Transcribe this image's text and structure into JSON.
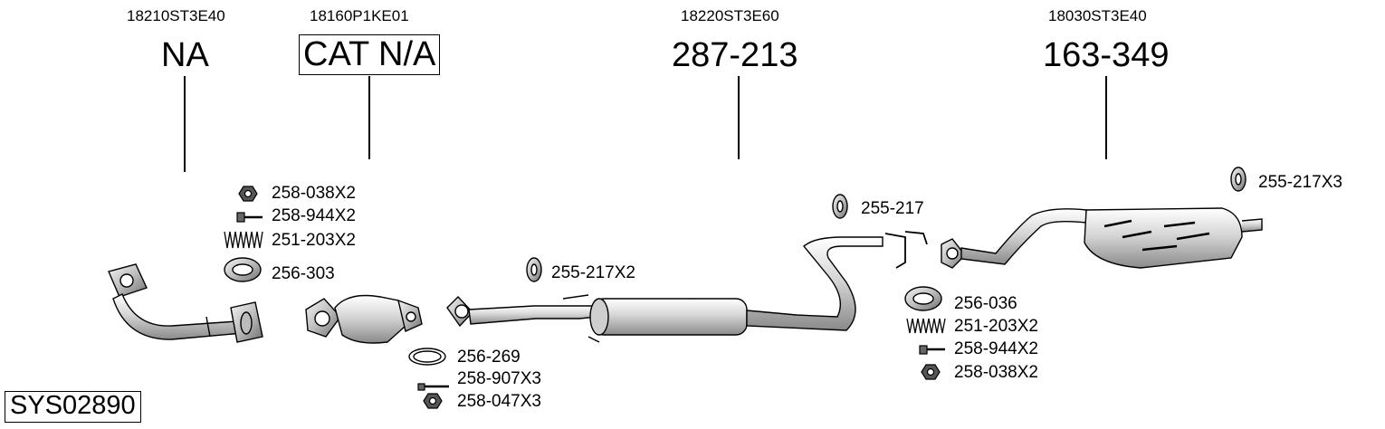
{
  "sections": [
    {
      "oem": "18210ST3E40",
      "ref": "NA"
    },
    {
      "oem": "18160P1KE01",
      "ref": "CAT N/A"
    },
    {
      "oem": "18220ST3E60",
      "ref": "287-213"
    },
    {
      "oem": "18030ST3E40",
      "ref": "163-349"
    }
  ],
  "parts": {
    "nut_front": "258-038X2",
    "bolt_front": "258-944X2",
    "spring_front": "251-203X2",
    "gasket_front": "256-303",
    "gasket_cat": "256-269",
    "bolt_cat": "258-907X3",
    "nut_cat": "258-047X3",
    "mount_mid": "255-217X2",
    "mount_rear": "255-217",
    "gasket_rear": "256-036",
    "spring_rear": "251-203X2",
    "bolt_rear": "258-944X2",
    "nut_rear": "258-038X2",
    "mount_tail": "255-217X3"
  },
  "system_code": "SYS02890"
}
